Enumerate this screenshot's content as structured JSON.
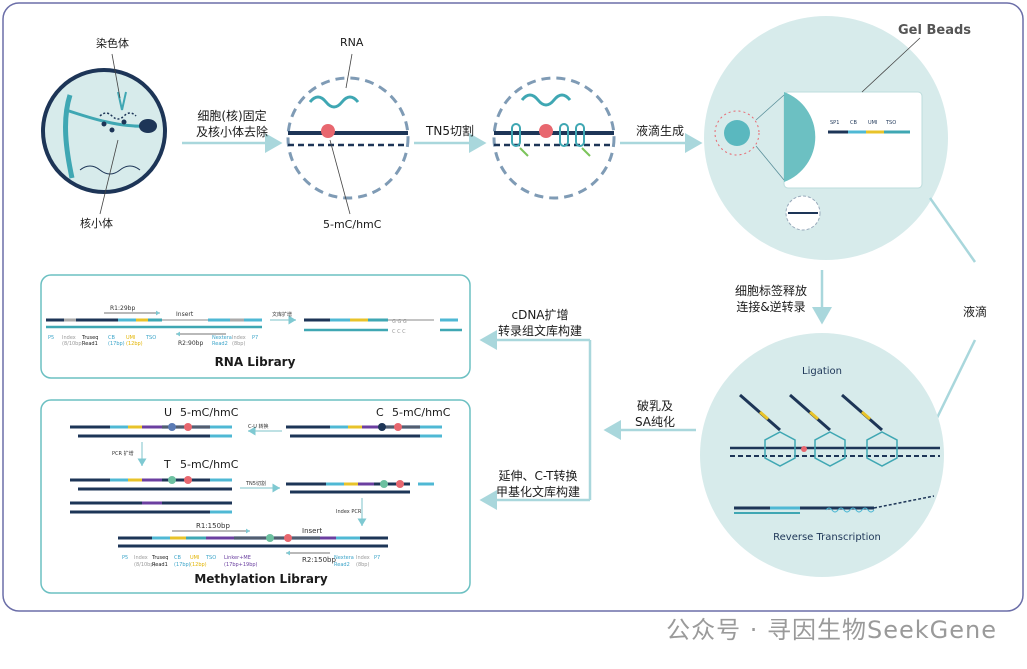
{
  "workflow": {
    "chromosome_label": "染色体",
    "nucleosome_label": "核小体",
    "rna_label": "RNA",
    "methyl_label": "5-mC/hmC",
    "step1_line1": "细胞(核)固定",
    "step1_line2": "及核小体去除",
    "step2": "TN5切割",
    "step3": "液滴生成",
    "gel_beads": "Gel Beads",
    "bead_seq": [
      "SP1",
      "CB",
      "UMI",
      "TSO"
    ],
    "step4_line1": "细胞标签释放",
    "step4_line2": "连接&逆转录",
    "droplet": "液滴",
    "ligation": "Ligation",
    "reverse_transcription": "Reverse Transcription",
    "step5_line1": "破乳及",
    "step5_line2": "SA纯化",
    "cdna_line1": "cDNA扩增",
    "cdna_line2": "转录组文库构建",
    "meth_line1": "延伸、C-T转换",
    "meth_line2": "甲基化文库构建"
  },
  "rna_library": {
    "title": "RNA Library",
    "r1": "R1:29bp",
    "insert": "Insert",
    "r2": "R2:90bp",
    "lib_amp": "文库扩增",
    "ccc": "C C C",
    "ggg": "G G G",
    "seg_labels": [
      {
        "name": "P5",
        "sub": "",
        "color": "#3ba4c9"
      },
      {
        "name": "Index",
        "sub": "(8/10bp)",
        "color": "#9a9a9a"
      },
      {
        "name": "Truseq",
        "sub": "Read1",
        "color": "#1b1b1b"
      },
      {
        "name": "CB",
        "sub": "(17bp)",
        "color": "#3ba4c9"
      },
      {
        "name": "UMI",
        "sub": "(12bp)",
        "color": "#e3b400"
      },
      {
        "name": "TSO",
        "sub": "",
        "color": "#3ba4c9"
      },
      {
        "name": "Nextera",
        "sub": "Read2",
        "color": "#3ba4c9"
      },
      {
        "name": "Index",
        "sub": "(8bp)",
        "color": "#9a9a9a"
      },
      {
        "name": "P7",
        "sub": "",
        "color": "#3ba4c9"
      }
    ]
  },
  "meth_library": {
    "title": "Methylation Library",
    "u": "U",
    "c": "C",
    "t": "T",
    "mc": "5-mC/hmC",
    "cu_convert": "C-U 转换",
    "pcr_amp": "PCR 扩增",
    "tn5_cut": "TN5切割",
    "index_pcr": "Index PCR",
    "r1": "R1:150bp",
    "insert": "Insert",
    "r2": "R2:150bp",
    "seg_labels": [
      {
        "name": "P5",
        "sub": "",
        "color": "#3ba4c9"
      },
      {
        "name": "Index",
        "sub": "(8/10bp)",
        "color": "#9a9a9a"
      },
      {
        "name": "Truseq",
        "sub": "Read1",
        "color": "#1b1b1b"
      },
      {
        "name": "CB",
        "sub": "(17bp)",
        "color": "#3ba4c9"
      },
      {
        "name": "UMI",
        "sub": "(12bp)",
        "color": "#e3b400"
      },
      {
        "name": "TSO",
        "sub": "",
        "color": "#3ba4c9"
      },
      {
        "name": "Linker+ME",
        "sub": "(17bp+19bp)",
        "color": "#6a3fa0"
      },
      {
        "name": "Nextera",
        "sub": "Read2",
        "color": "#3ba4c9"
      },
      {
        "name": "Index",
        "sub": "(8bp)",
        "color": "#9a9a9a"
      },
      {
        "name": "P7",
        "sub": "",
        "color": "#3ba4c9"
      }
    ]
  },
  "watermark": "公众号 · 寻因生物SeekGene",
  "colors": {
    "frame": "#6b6ea8",
    "teal_light": "#d7ebeb",
    "teal": "#3fa7b3",
    "navy": "#1d3557",
    "cyan": "#4fb8d4",
    "yellow": "#e8c32a",
    "purple": "#6b3fa0",
    "red": "#e8676f",
    "green": "#7bc45a",
    "arrow": "#a9d7dc"
  }
}
